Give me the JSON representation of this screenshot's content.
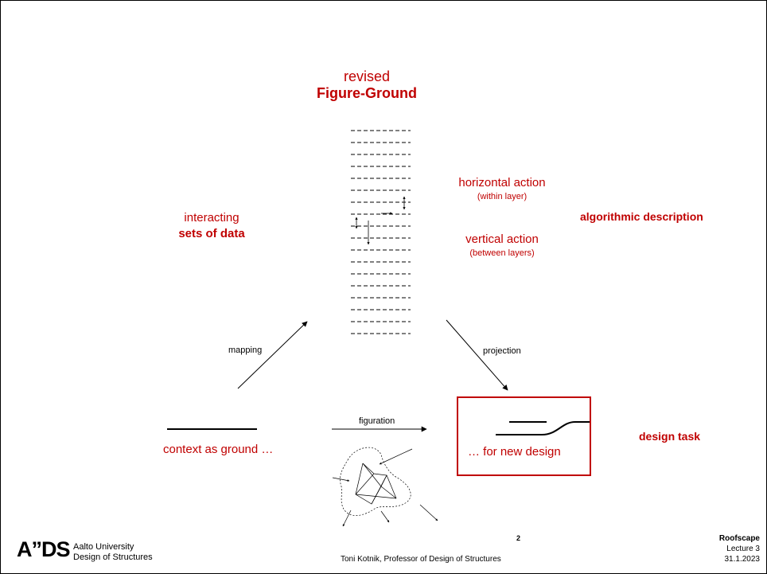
{
  "slide": {
    "title_line1": "revised",
    "title_line2": "Figure-Ground",
    "left_label_line1": "interacting",
    "left_label_line2": "sets of data",
    "horizontal_title": "horizontal action",
    "horizontal_sub": "(within layer)",
    "vertical_title": "vertical action",
    "vertical_sub": "(between layers)",
    "right_label": "algorithmic description",
    "mapping_label": "mapping",
    "projection_label": "projection",
    "figuration_label": "figuration",
    "context_label": "context as ground …",
    "new_design_label": "… for new design",
    "design_task_label": "design task"
  },
  "footer": {
    "logo_text": "A”DS",
    "org_line1": "Aalto University",
    "org_line2": "Design of Structures",
    "page_number": "2",
    "author": "Toni Kotnik, Professor of Design of Structures",
    "course": "Roofscape",
    "lecture": "Lecture 3",
    "date": "31.1.2023"
  },
  "colors": {
    "accent": "#c00000",
    "text": "#000000"
  }
}
